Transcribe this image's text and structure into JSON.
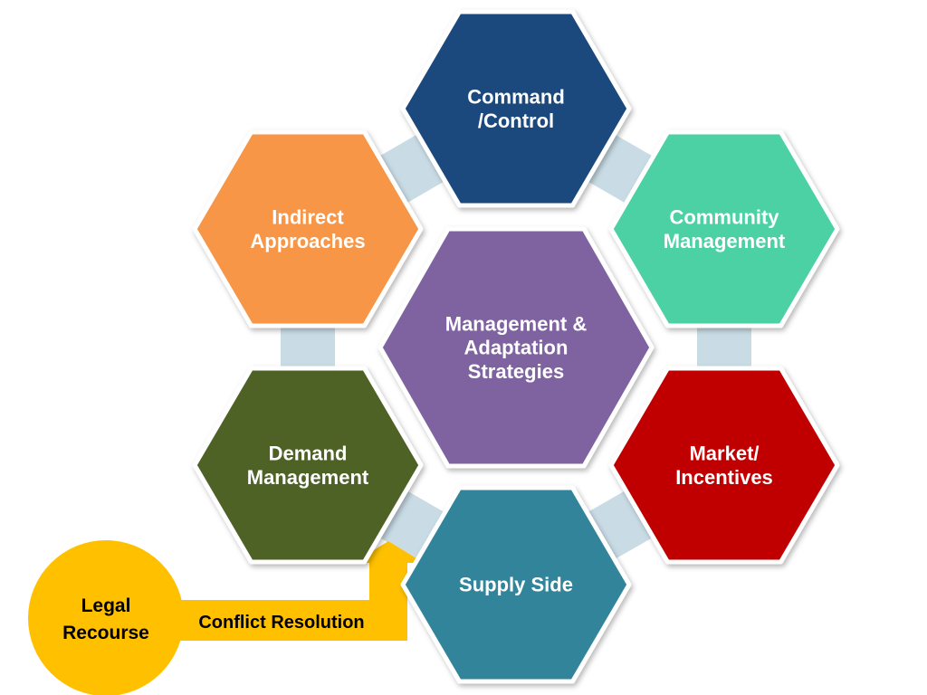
{
  "center": {
    "lines": [
      "Management &",
      "Adaptation",
      "Strategies"
    ],
    "color": "#7F64A0"
  },
  "hexagons": [
    {
      "id": "command-control",
      "lines": [
        "Command",
        "/Control"
      ],
      "color": "#1F497D"
    },
    {
      "id": "community-management",
      "lines": [
        "Community",
        "Management"
      ],
      "color": "#4BD1A3"
    },
    {
      "id": "market-incentives",
      "lines": [
        "Market/",
        "Incentives"
      ],
      "color": "#C00000"
    },
    {
      "id": "supply-side",
      "lines": [
        "Supply Side"
      ],
      "color": "#31849B"
    },
    {
      "id": "demand-management",
      "lines": [
        "Demand",
        "Management"
      ],
      "color": "#4F6228"
    },
    {
      "id": "indirect-approaches",
      "lines": [
        "Indirect",
        "Approaches"
      ],
      "color": "#F79646"
    }
  ],
  "legal": {
    "lines": [
      "Legal",
      "Recourse"
    ],
    "color": "#FFC000",
    "text_color": "#000000"
  },
  "conflict_resolution": {
    "label": "Conflict Resolution",
    "color": "#FFC000"
  },
  "connector_color": "#C9DCE6"
}
